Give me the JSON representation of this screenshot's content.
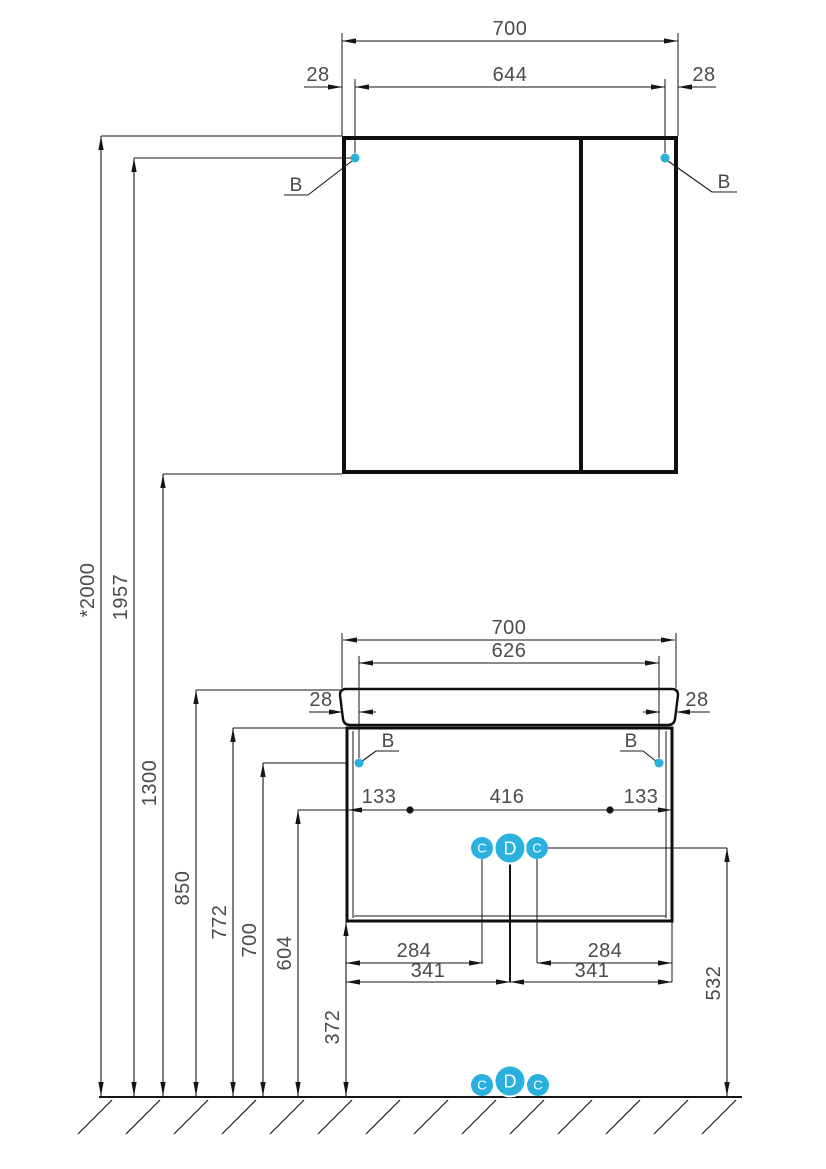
{
  "drawing_type": "furniture-installation-dimension-drawing",
  "colors": {
    "accent_cyan": "#29b0dc",
    "line_black": "#151515",
    "dimension_text_gray": "#4b4b4b"
  },
  "labels": {
    "b": "B",
    "c": "C",
    "d": "D",
    "mirror_cabinet": {
      "width": "700",
      "mount_span": "644",
      "margin_left": "28",
      "margin_right": "28"
    },
    "heights": {
      "total": "*2000",
      "mirror_mount": "1957",
      "mirror_bottom": "1300",
      "basin_rim": "850",
      "vanity_top": "772",
      "vanity_mount": "700",
      "slide_level": "604",
      "vanity_bottom": "372",
      "outlet": "532"
    },
    "vanity": {
      "width": "700",
      "mount_span": "626",
      "margin_left": "28",
      "margin_right": "28",
      "slide_offset_left": "133",
      "slide_span": "416",
      "slide_offset_right": "133",
      "offset284_left": "284",
      "offset284_right": "284",
      "offset341_left": "341",
      "offset341_right": "341"
    }
  }
}
